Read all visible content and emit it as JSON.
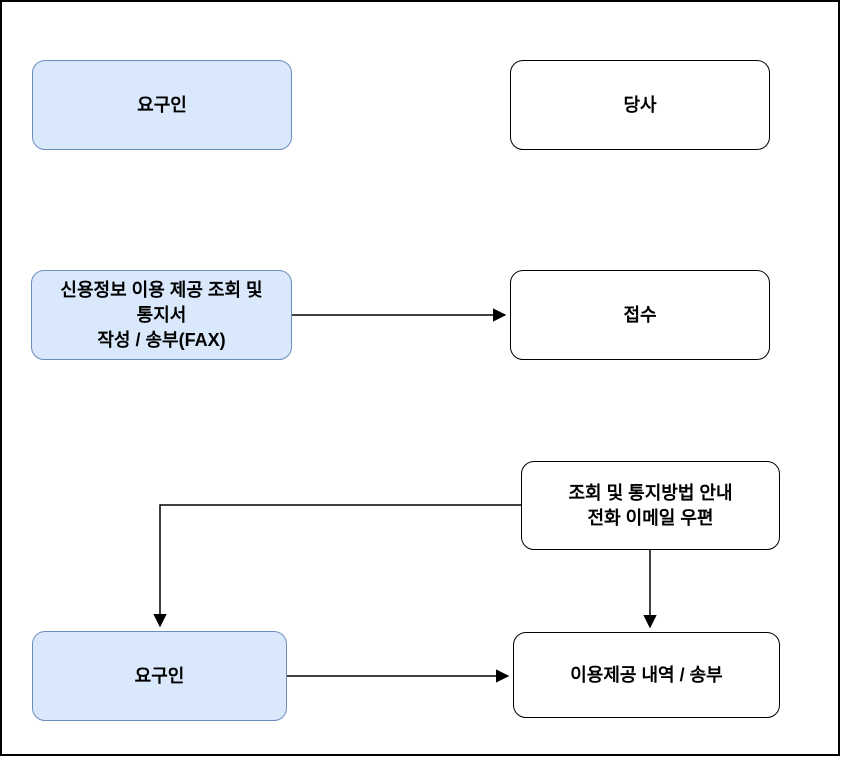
{
  "diagram": {
    "title": "credit-info-usage-notification-flow",
    "nodes": {
      "requester_top": {
        "label": "요구인"
      },
      "company": {
        "label": "당사"
      },
      "request_form": {
        "line1": "신용정보 이용 제공 조회 및",
        "line2": "통지서",
        "line3": "작성 / 송부(FAX)"
      },
      "receive": {
        "label": "접수"
      },
      "notice_method": {
        "line1": "조회 및 통지방법 안내",
        "line2": "전화 이메일 우편"
      },
      "requester_bottom": {
        "label": "요구인"
      },
      "usage_history": {
        "label": "이용제공 내역 / 송부"
      }
    },
    "colors": {
      "highlight_fill": "#dae8fc",
      "highlight_border": "#6c8ebf",
      "plain_fill": "#ffffff",
      "plain_border": "#000000",
      "connector": "#000000",
      "outer_frame": "#000000"
    }
  }
}
